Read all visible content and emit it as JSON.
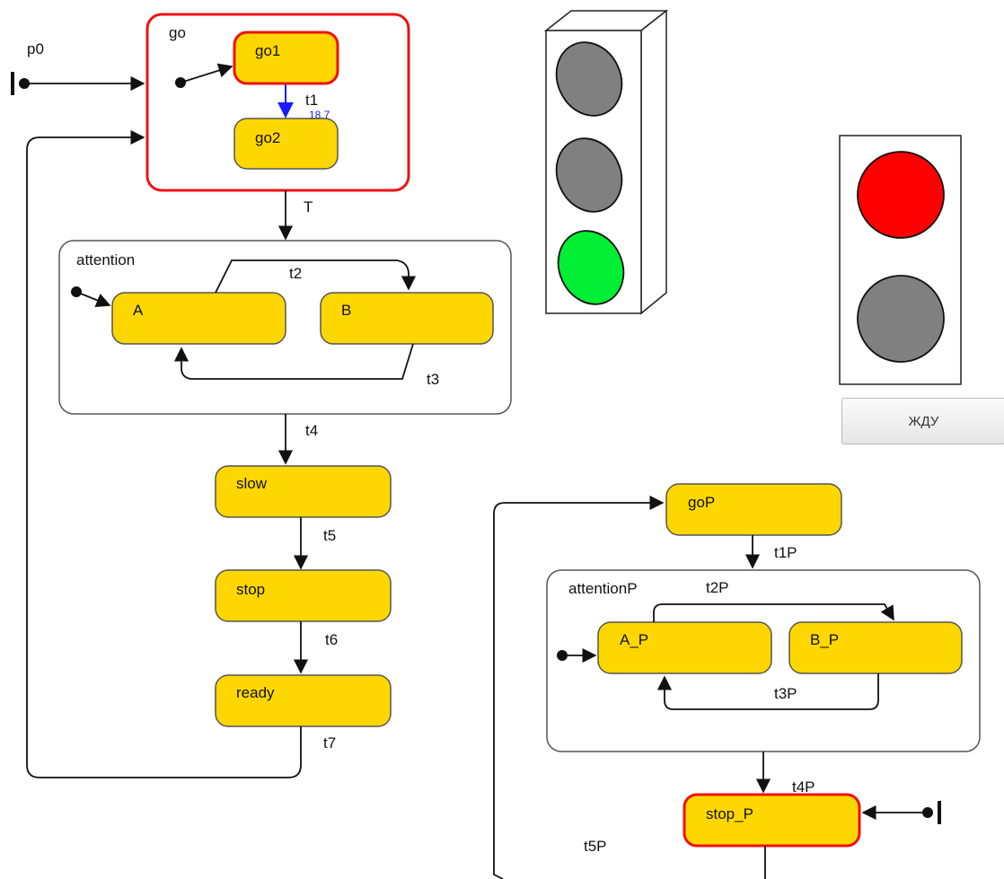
{
  "colors": {
    "state_fill": "#ffd700",
    "active_border": "#ee1111",
    "normal_border": "#555555",
    "signal_green": "#00ee33",
    "signal_gray": "#808080",
    "signal_red": "#ff0000",
    "timer_arrow": "#1a1aff"
  },
  "pseudo_states": {
    "p0": "p0"
  },
  "composite_states": {
    "go": "go",
    "attention": "attention",
    "attentionP": "attentionP"
  },
  "states": {
    "go1": "go1",
    "go2": "go2",
    "A": "A",
    "B": "B",
    "slow": "slow",
    "stop": "stop",
    "ready": "ready",
    "goP": "goP",
    "A_P": "A_P",
    "B_P": "B_P",
    "stop_P": "stop_P"
  },
  "transitions": {
    "t1": "t1",
    "t1_timer": "18.7",
    "T": "T",
    "t2": "t2",
    "t3": "t3",
    "t4": "t4",
    "t5": "t5",
    "t6": "t6",
    "t7": "t7",
    "t1P": "t1P",
    "t2P": "t2P",
    "t3P": "t3P",
    "t4P": "t4P",
    "t5P": "t5P"
  },
  "car_light": {
    "top": "gray-off",
    "middle": "gray-off",
    "bottom": "green-on",
    "icon": "traffic-light-icon"
  },
  "pedestrian_light": {
    "top": "red-on",
    "bottom": "gray-off",
    "icon": "pedestrian-light-icon"
  },
  "wait_button": {
    "label": "ЖДУ"
  }
}
